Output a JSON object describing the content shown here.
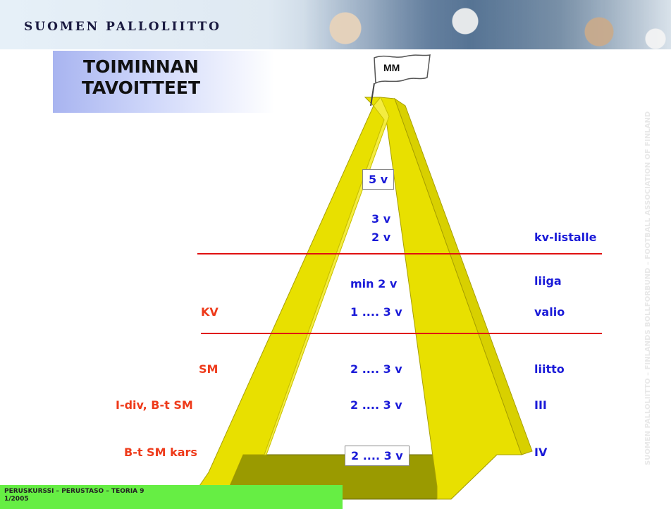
{
  "header": {
    "brand": "SUOMEN PALLOLIITTO"
  },
  "title": {
    "line1": "TOIMINNAN",
    "line2": "TAVOITTEET"
  },
  "flag": {
    "label": "MM"
  },
  "pyramid": {
    "center": [
      "5 v",
      "3 v",
      "2 v",
      "min 2 v",
      "1 .... 3 v",
      "2 .... 3 v",
      "2 .... 3 v",
      "2 .... 3 v"
    ],
    "right": [
      "kv-listalle",
      "liiga",
      "valio",
      "liitto",
      "III",
      "IV"
    ],
    "left": [
      "KV",
      "SM",
      "I-div, B-t SM",
      "B-t SM kars"
    ]
  },
  "side_text": "SUOMEN PALLOLIITTO – FINLANDS BOLLFÖRBUND – FOOTBALL ASSOCIATION OF FINLAND",
  "footer": {
    "line1": "PERUSKURSSI – PERUSTASO – TEORIA 9",
    "line2": "1/2005"
  },
  "colors": {
    "pyramid": "#e8e000",
    "base": "#9a9a00",
    "accent_blue": "#1a1ad8",
    "accent_red": "#ee3a1a",
    "footer": "#66ee44"
  }
}
